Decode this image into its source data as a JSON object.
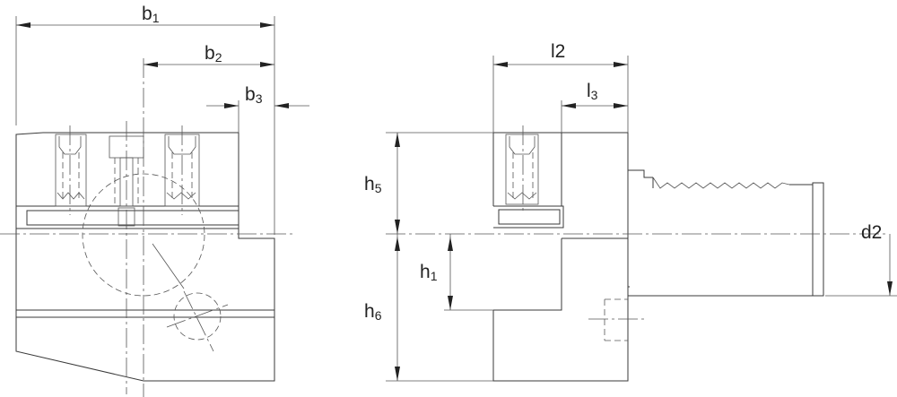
{
  "labels": {
    "b1": {
      "main": "b",
      "sub": "1"
    },
    "b2": {
      "main": "b",
      "sub": "2"
    },
    "b3": {
      "main": "b",
      "sub": "3"
    },
    "l2": {
      "main": "l2",
      "sub": ""
    },
    "l3": {
      "main": "l",
      "sub": "3"
    },
    "h5": {
      "main": "h",
      "sub": "5"
    },
    "h1": {
      "main": "h",
      "sub": "1"
    },
    "h6": {
      "main": "h",
      "sub": "6"
    },
    "d2": {
      "main": "d2",
      "sub": ""
    }
  }
}
